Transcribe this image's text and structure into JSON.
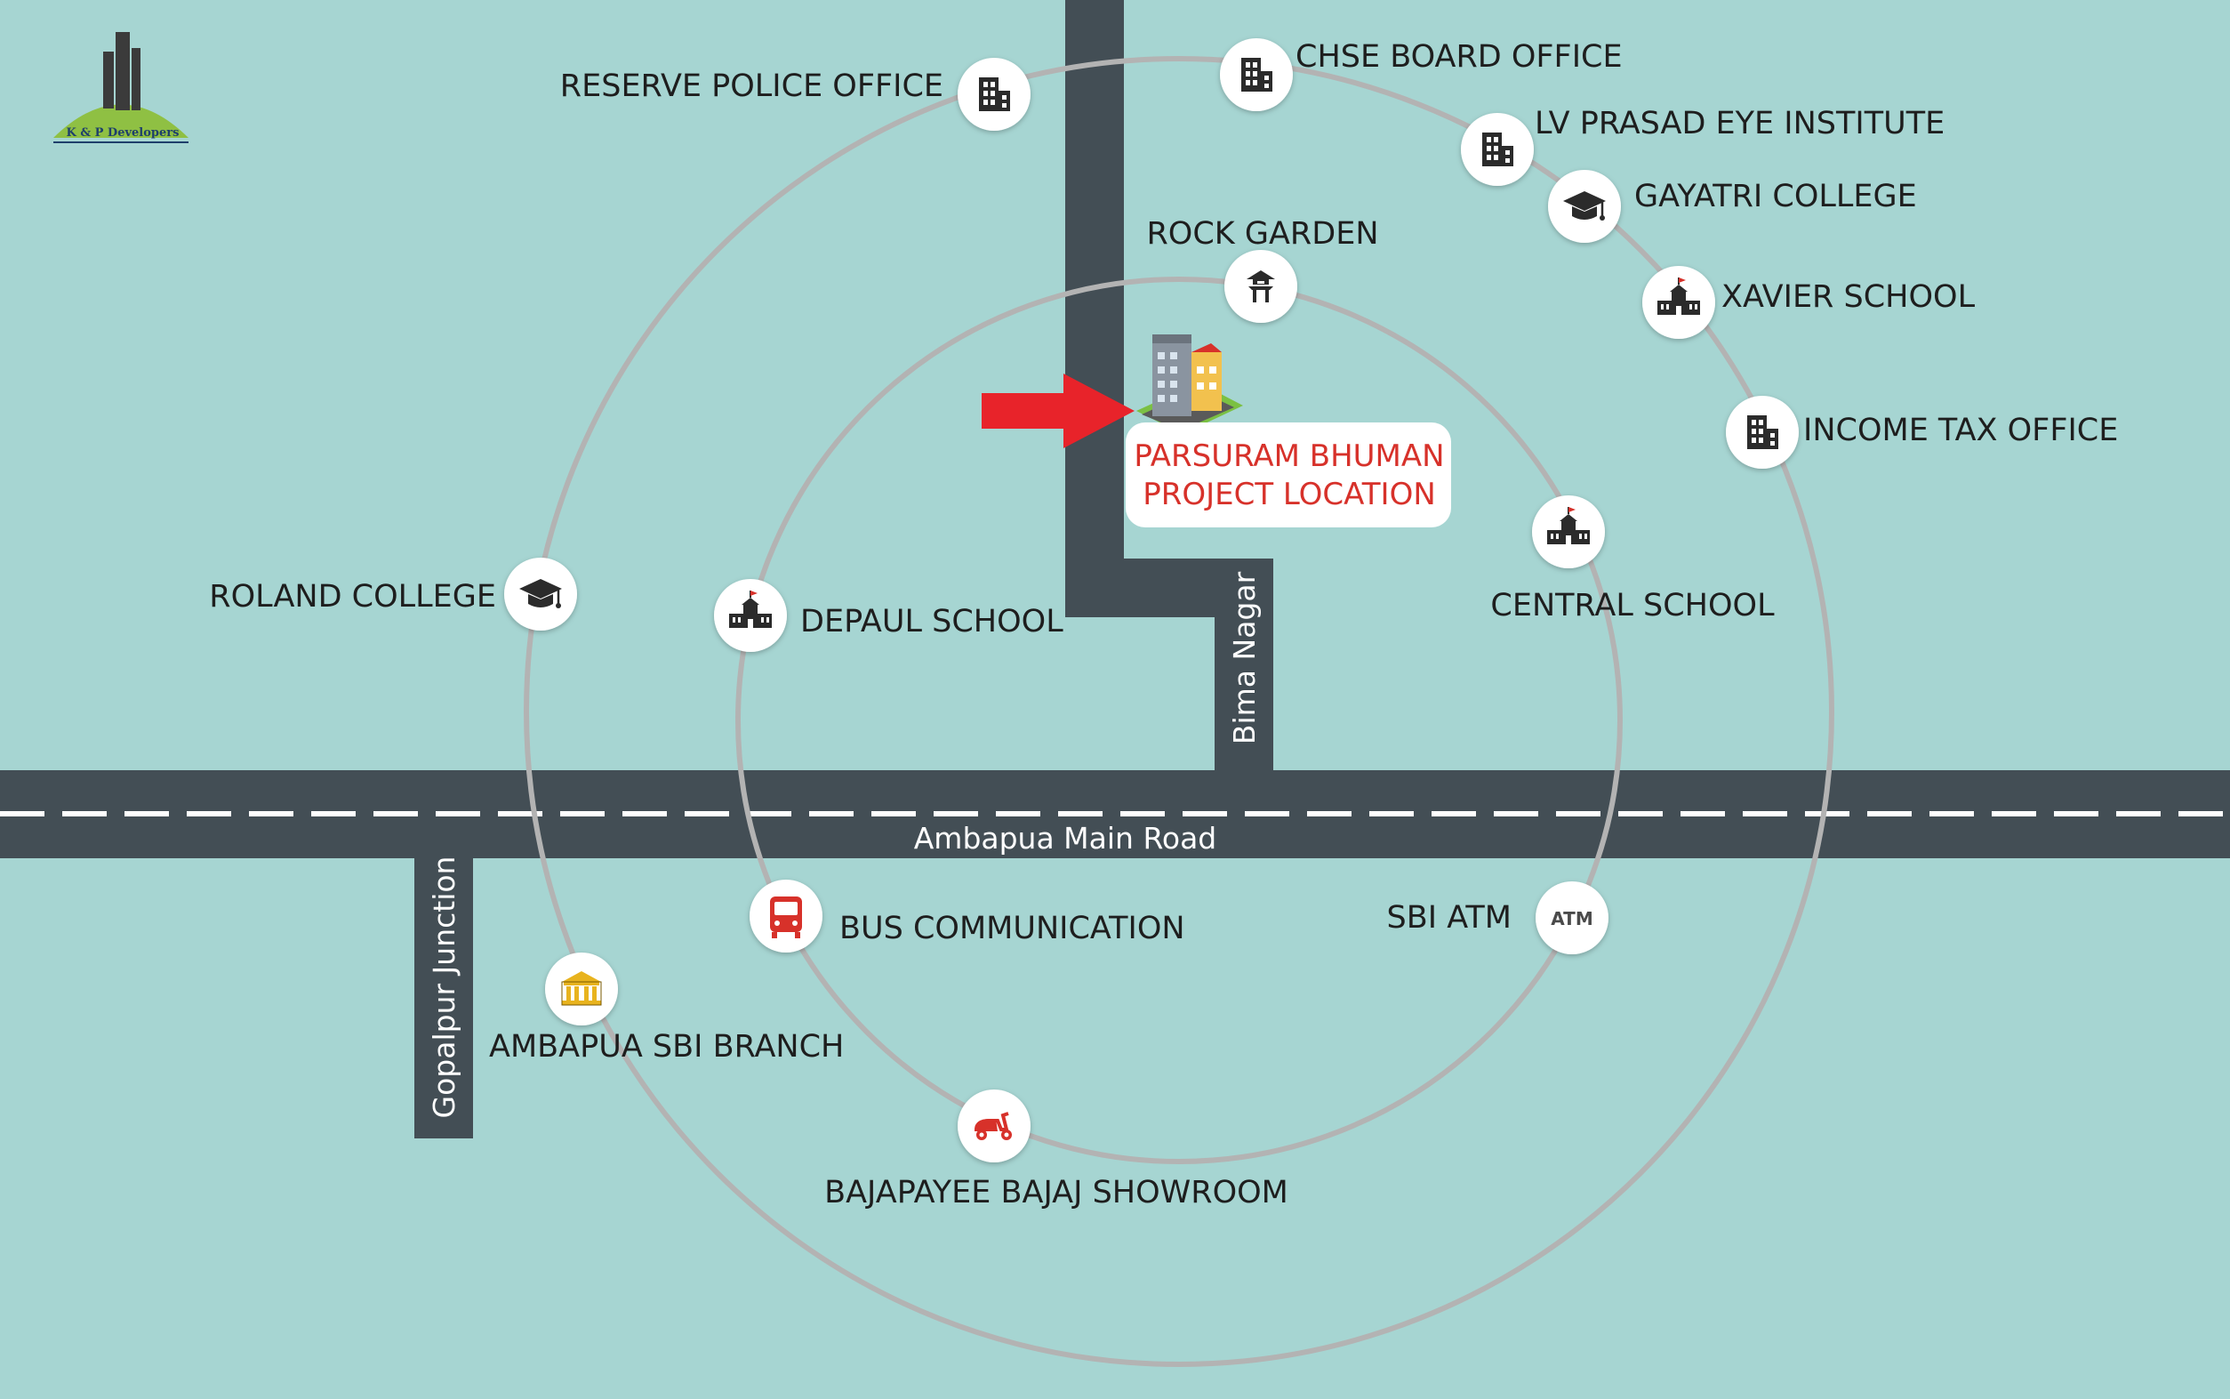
{
  "map": {
    "colors": {
      "background": "#a6d5d2",
      "road": "#434e55",
      "ring": "#b3b3b3",
      "pin": "#ffffff",
      "icon": "#2b2b2b",
      "accent": "#d7312a",
      "bank": "#e8b31e"
    },
    "logo": {
      "text": "K & P Developers"
    },
    "roads": {
      "main": "Ambapua Main Road",
      "vertical": "Bima Nagar",
      "junction": "Gopalpur Junction"
    },
    "project": {
      "line1": "PARSURAM BHUMAN",
      "line2": "PROJECT LOCATION",
      "icon": "building-icon",
      "pointer": "arrow-right-icon"
    },
    "landmarks": [
      {
        "label": "RESERVE POLICE OFFICE",
        "icon": "office-building-icon"
      },
      {
        "label": "CHSE BOARD OFFICE",
        "icon": "office-building-icon"
      },
      {
        "label": "LV PRASAD EYE INSTITUTE",
        "icon": "office-building-icon"
      },
      {
        "label": "GAYATRI COLLEGE",
        "icon": "graduation-cap-icon"
      },
      {
        "label": "XAVIER SCHOOL",
        "icon": "school-icon"
      },
      {
        "label": "INCOME TAX OFFICE",
        "icon": "office-building-icon"
      },
      {
        "label": "ROCK GARDEN",
        "icon": "pagoda-icon"
      },
      {
        "label": "CENTRAL SCHOOL",
        "icon": "school-icon"
      },
      {
        "label": "ROLAND COLLEGE",
        "icon": "graduation-cap-icon"
      },
      {
        "label": "DEPAUL SCHOOL",
        "icon": "school-icon"
      },
      {
        "label": "BUS COMMUNICATION",
        "icon": "bus-icon"
      },
      {
        "label": "SBI ATM",
        "icon": "atm-icon",
        "icon_text": "ATM"
      },
      {
        "label": "AMBAPUA SBI BRANCH",
        "icon": "bank-icon"
      },
      {
        "label": "BAJAPAYEE BAJAJ SHOWROOM",
        "icon": "scooter-icon"
      }
    ]
  }
}
